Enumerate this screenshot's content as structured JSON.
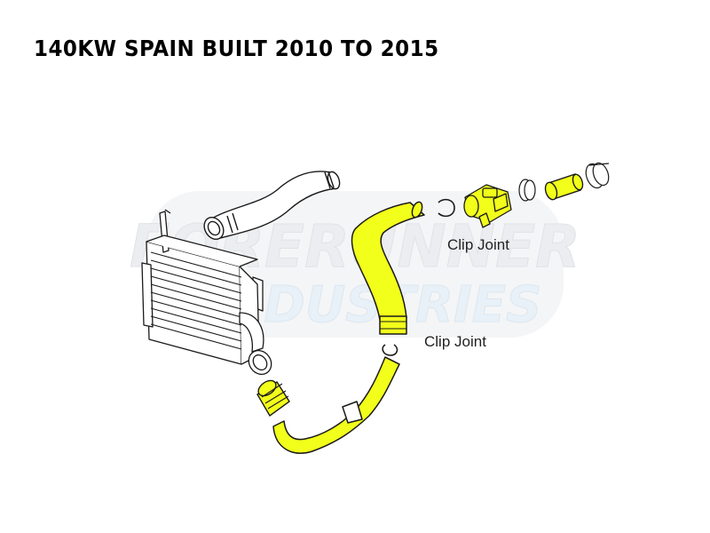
{
  "title": "140KW SPAIN BUILT 2010 TO 2015",
  "watermark": {
    "line1": "FORERUNNER",
    "line2": "INDUSTRIES"
  },
  "callouts": [
    {
      "text": "Clip Joint"
    },
    {
      "text": "Clip Joint"
    }
  ],
  "colors": {
    "highlight": "#f2ff1a",
    "outline": "#1a1a1a",
    "watermark": "#d9dde2",
    "watermark_accent": "#cfe0ef"
  }
}
